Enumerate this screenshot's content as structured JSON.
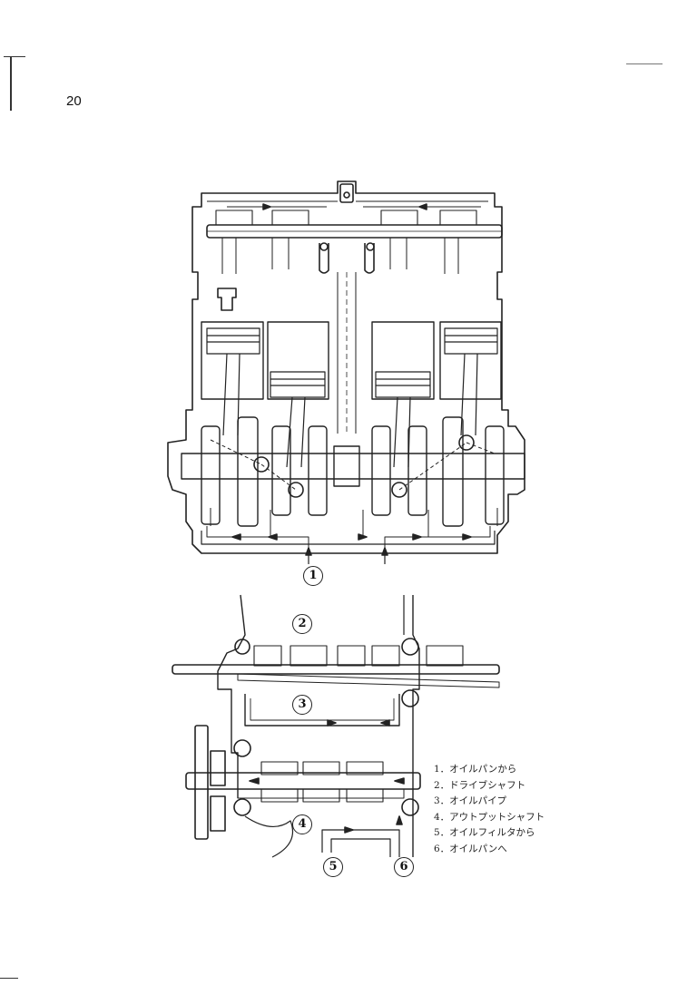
{
  "page": {
    "number": "20"
  },
  "callouts": [
    {
      "id": "1",
      "label": "1"
    },
    {
      "id": "2",
      "label": "2"
    },
    {
      "id": "3",
      "label": "3"
    },
    {
      "id": "4",
      "label": "4"
    },
    {
      "id": "5",
      "label": "5"
    },
    {
      "id": "6",
      "label": "6"
    }
  ],
  "legend": {
    "items": [
      "1．オイルパンから",
      "2．ドライブシャフト",
      "3．オイルパイプ",
      "4．アウトプットシャフト",
      "5．オイルフィルタから",
      "6．オイルパンへ"
    ]
  },
  "colors": {
    "ink": "#222222",
    "paper": "#ffffff"
  }
}
